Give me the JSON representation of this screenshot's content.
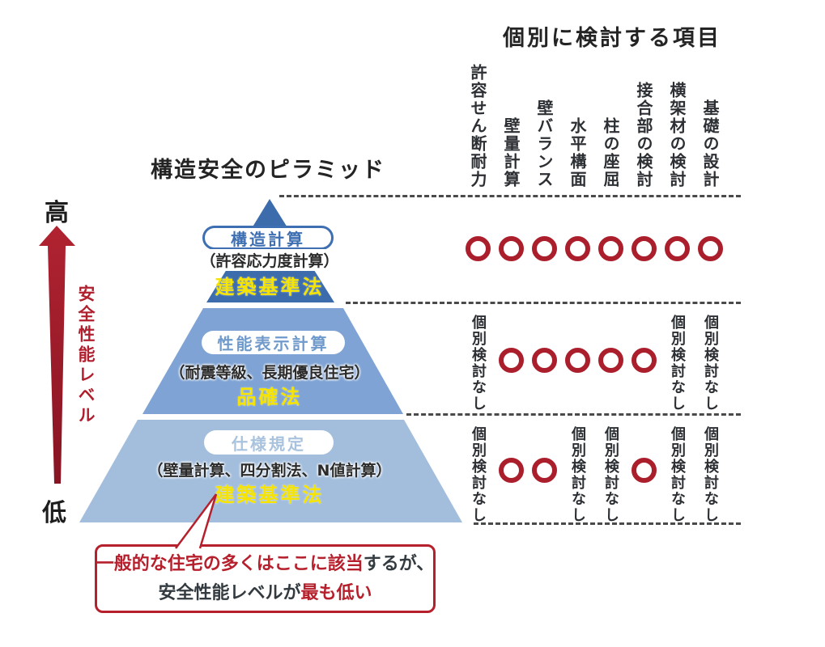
{
  "titles": {
    "pyramid": "構造安全のピラミッド",
    "matrix": "個別に検討する項目"
  },
  "axis": {
    "high": "高",
    "low": "低",
    "label": "安全性能レベル"
  },
  "pyramid_tiers": [
    {
      "name": "構造計算",
      "sub": "（許容応力度計算）",
      "law": "建築基準法"
    },
    {
      "name": "性能表示計算",
      "sub": "（耐震等級、長期優良住宅）",
      "law": "品確法"
    },
    {
      "name": "仕様規定",
      "sub": "（壁量計算、四分割法、N値計算）",
      "law": "建築基準法"
    }
  ],
  "matrix": {
    "columns": [
      "許容せん断耐力",
      "壁量計算",
      "壁バランス",
      "水平構面",
      "柱の座屈",
      "接合部の検討",
      "横架材の検討",
      "基礎の設計"
    ],
    "no_check_label": "個別検討なし",
    "rows": [
      {
        "tier": "構造計算",
        "marks": [
          "circle",
          "circle",
          "circle",
          "circle",
          "circle",
          "circle",
          "circle",
          "circle"
        ]
      },
      {
        "tier": "性能表示計算",
        "marks": [
          "none",
          "circle",
          "circle",
          "circle",
          "circle",
          "circle",
          "none",
          "none"
        ]
      },
      {
        "tier": "仕様規定",
        "marks": [
          "none",
          "circle",
          "circle",
          "none",
          "none",
          "circle",
          "none",
          "none"
        ]
      }
    ]
  },
  "callout": {
    "line1": [
      {
        "text": "一般的な住宅の多くはここに該当",
        "style": "red"
      },
      {
        "text": "するが、",
        "style": "dark"
      }
    ],
    "line2": [
      {
        "text": "安全性能レベルが",
        "style": "dark"
      },
      {
        "text": "最も低い",
        "style": "red"
      }
    ]
  },
  "colors": {
    "tier1_blue": "#3c6cab",
    "tier2_blue": "#7ea3d4",
    "tier3_blue": "#a3bedd",
    "law_yellow": "#f6e400",
    "mark_red": "#ab1f2c",
    "callout_red": "#b5202c",
    "text_dark": "#2c2f33"
  }
}
